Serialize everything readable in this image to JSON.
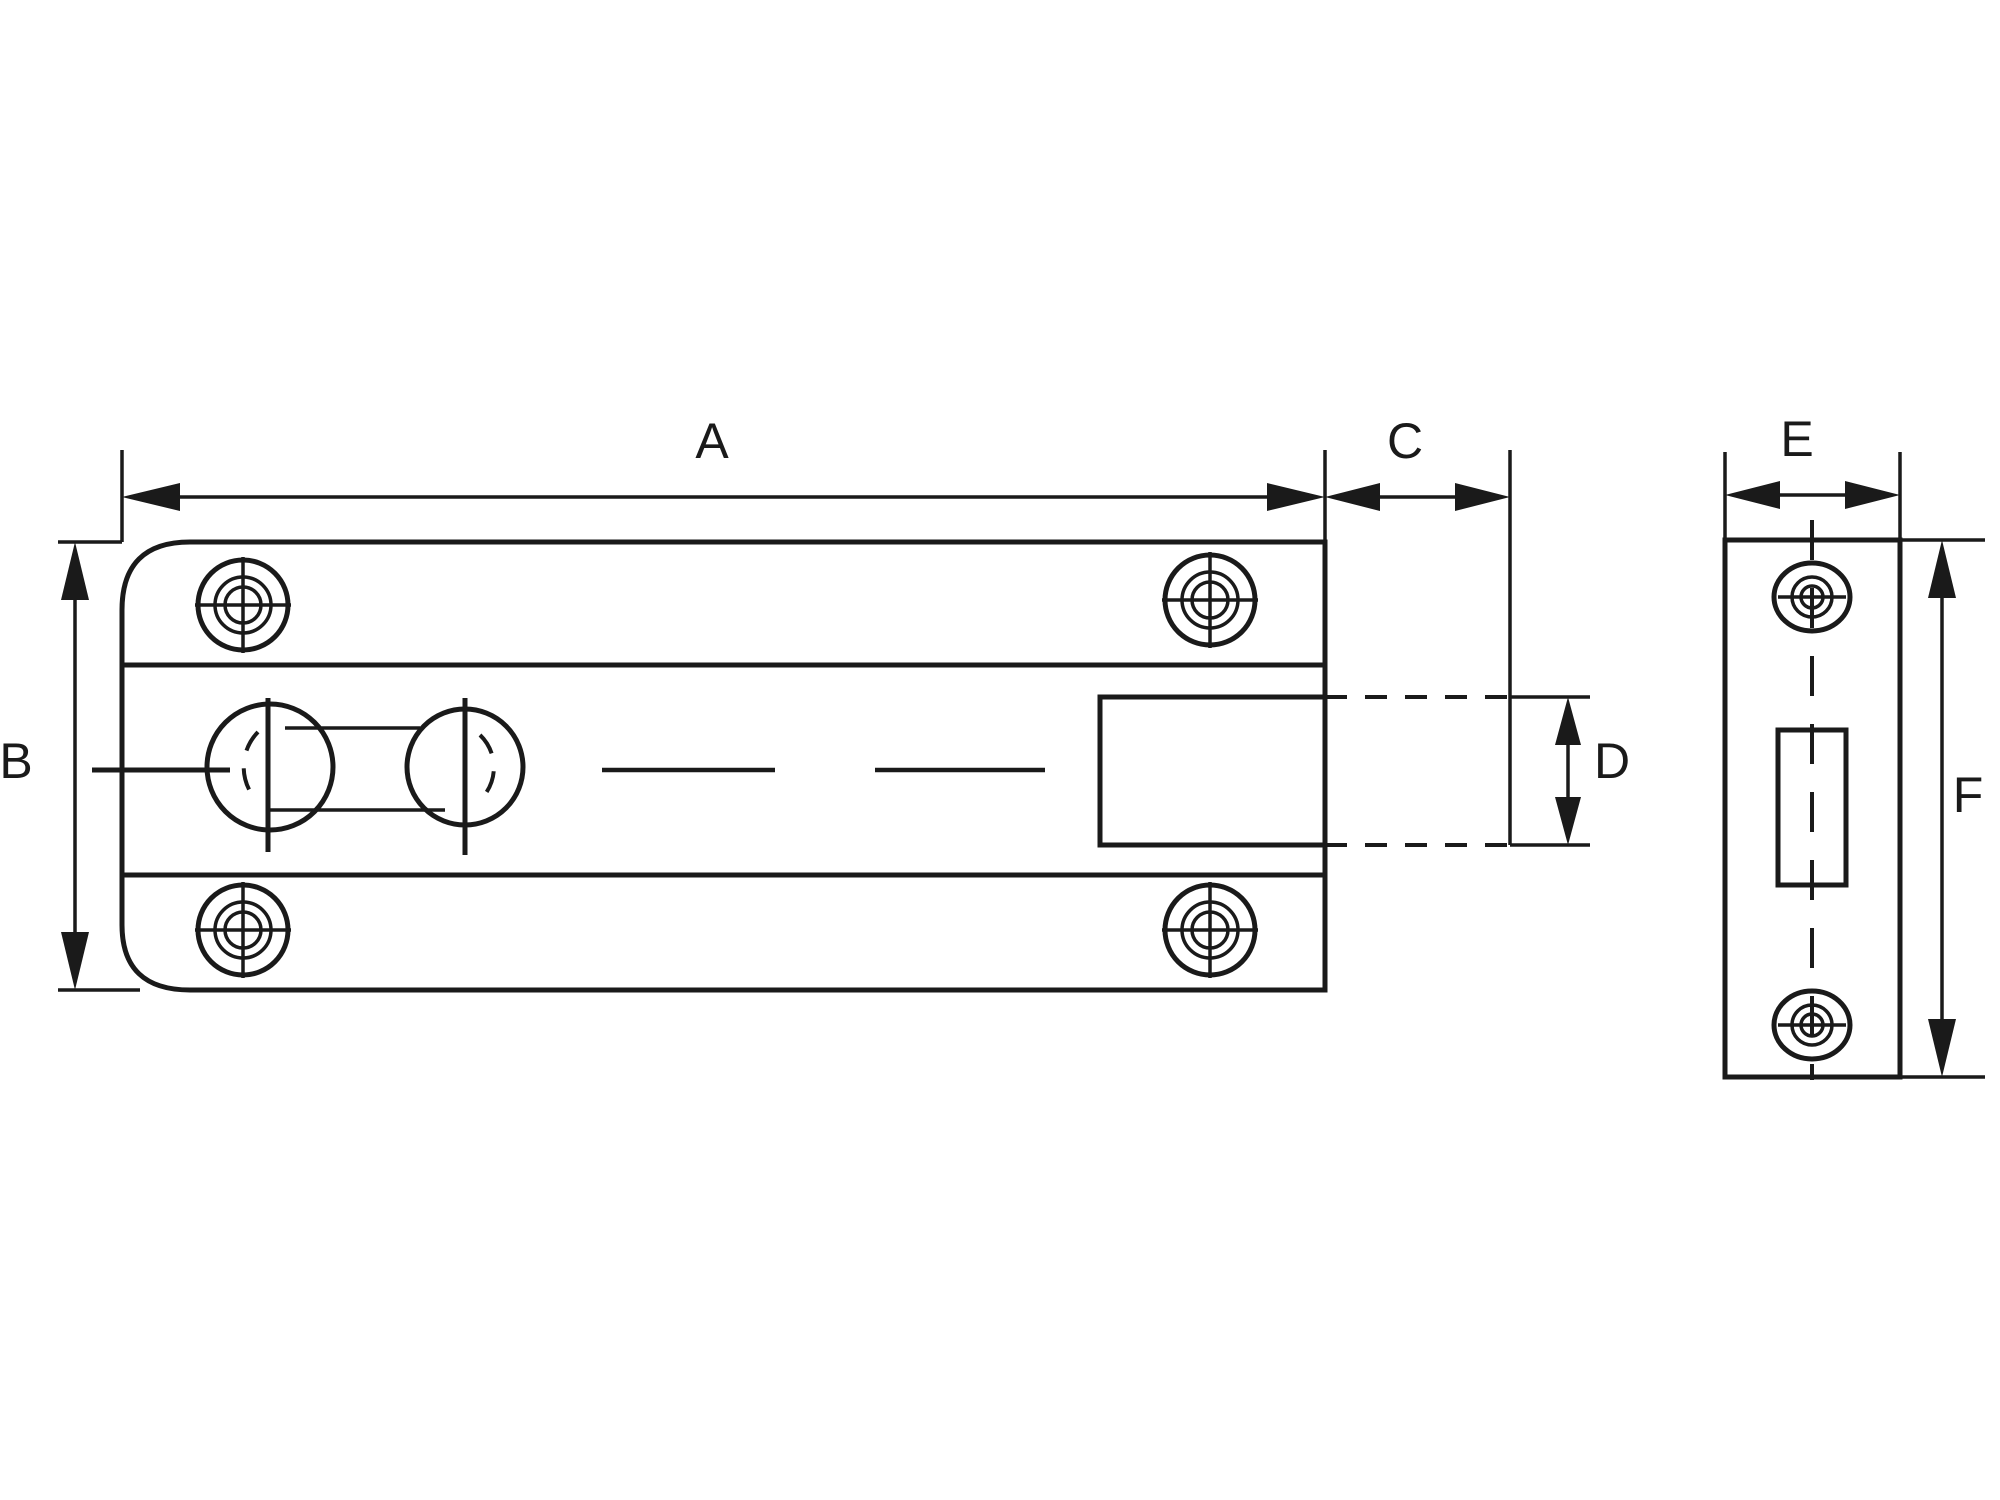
{
  "labels": {
    "a": "A",
    "b": "B",
    "c": "C",
    "d": "D",
    "e": "E",
    "f": "F"
  },
  "colors": {
    "line": "#1a1a1a",
    "background": "#ffffff"
  }
}
